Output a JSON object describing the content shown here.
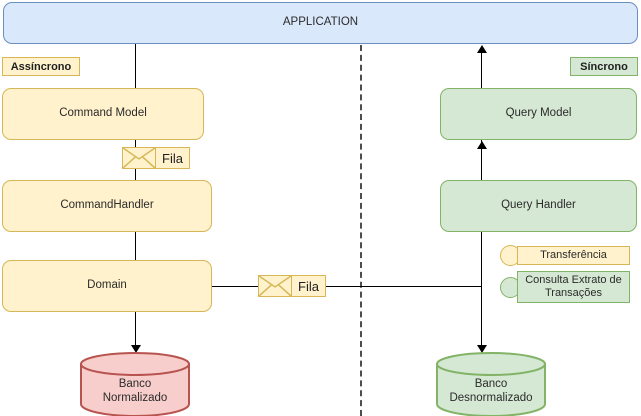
{
  "diagram": {
    "application_band": {
      "label": "APPLICATION"
    },
    "side_tags": {
      "left": "Assíncrono",
      "right": "Síncrono"
    },
    "nodes": {
      "command_model": "Command Model",
      "command_handler": "CommandHandler",
      "domain": "Domain",
      "query_model": "Query Model",
      "query_handler": "Query Handler"
    },
    "queues": {
      "top": "Fila",
      "middle": "Fila"
    },
    "databases": {
      "normalized_line1": "Banco",
      "normalized_line2": "Normalizado",
      "denormalized_line1": "Banco",
      "denormalized_line2": "Desnormalizado"
    },
    "legend": {
      "items": [
        {
          "label": "Transferência",
          "marker": "circle-yellow"
        },
        {
          "label": "Consulta Extrato de Transações",
          "marker": "circle-green"
        }
      ]
    },
    "colors": {
      "application_fill": "#dae8fc",
      "application_stroke": "#6c8ebf",
      "command_fill": "#fff2cc",
      "command_stroke": "#d6b656",
      "query_fill": "#d5e8d4",
      "query_stroke": "#82b366",
      "normalized_db_fill": "#f8cecc",
      "normalized_db_stroke": "#b85450",
      "denormalized_db_fill": "#d5e8d4",
      "denormalized_db_stroke": "#82b366",
      "connector": "#000000",
      "divider": "#4d4d4d"
    }
  }
}
